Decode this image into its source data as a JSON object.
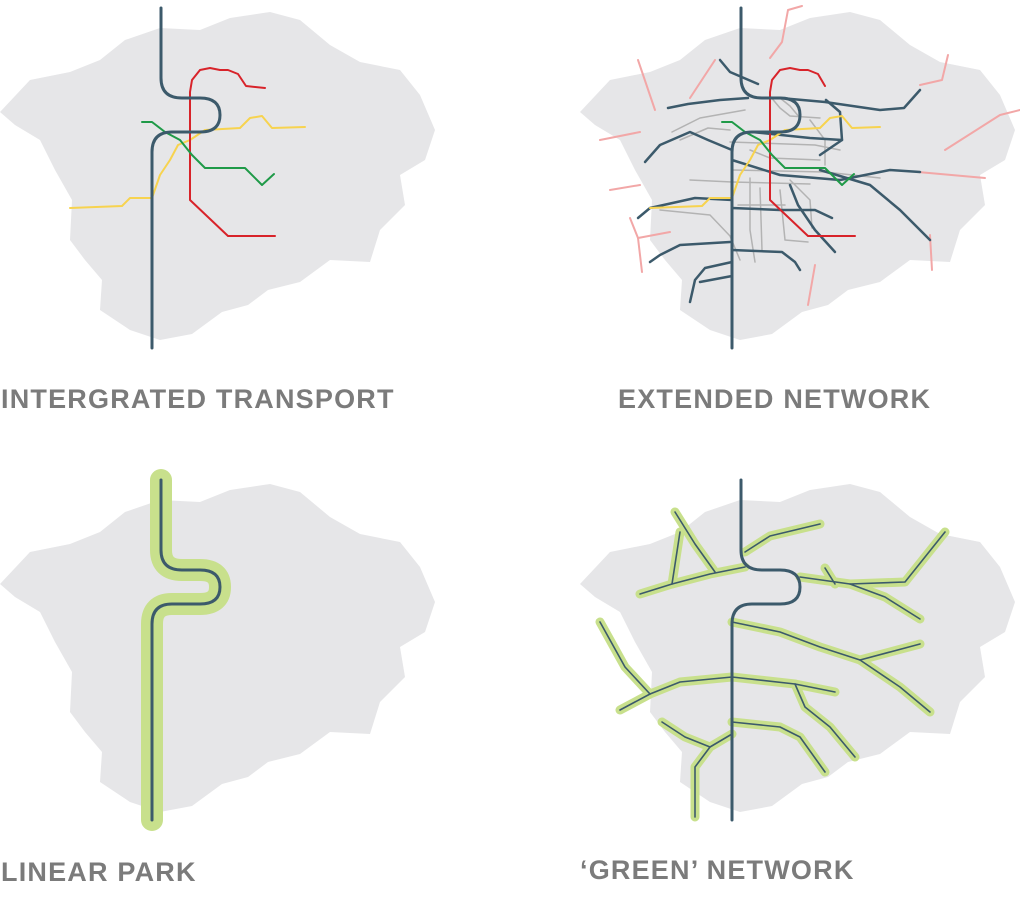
{
  "colors": {
    "land": "#e6e6e8",
    "river": "#3c5a6b",
    "red_line": "#d8232a",
    "yellow_line": "#f7d34f",
    "green_line": "#1f9a48",
    "grey_line": "#b3b3b3",
    "pink_line": "#f2a7a7",
    "park_green": "#c8e08c",
    "label": "#7b7b7b"
  },
  "panels": [
    {
      "key": "integrated",
      "label": "INTERGRATED TRANSPORT"
    },
    {
      "key": "extended",
      "label": "EXTENDED NETWORK"
    },
    {
      "key": "linear",
      "label": "LINEAR PARK"
    },
    {
      "key": "green",
      "label": "‘GREEN’ NETWORK"
    }
  ]
}
